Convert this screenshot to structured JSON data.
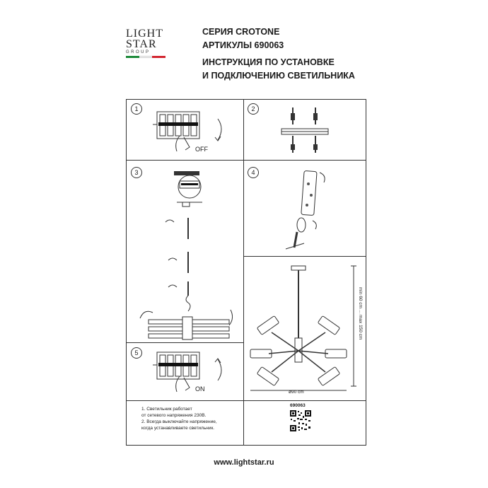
{
  "brand": {
    "line1": "LIGHT",
    "line2": "STAR",
    "line3": "GROUP",
    "flag_colors": [
      "#1d8a3a",
      "#ffffff",
      "#d22630"
    ]
  },
  "header": {
    "series": "СЕРИЯ CROTONE",
    "article": "АРТИКУЛЫ 690063",
    "instr1": "ИНСТРУКЦИЯ ПО УСТАНОВКЕ",
    "instr2": "И ПОДКЛЮЧЕНИЮ СВЕТИЛЬНИКА"
  },
  "steps": {
    "s1": "1",
    "s2": "2",
    "s3": "3",
    "s4": "4",
    "s5": "5"
  },
  "labels": {
    "off": "OFF",
    "on": "ON",
    "height": "min 60 cm ... max 150 cm",
    "diameter": "ø90 cm",
    "model": "690063"
  },
  "notes": {
    "n1a": "1. Светильник работает",
    "n1b": "от сетевого напряжения 230В.",
    "n2a": "2. Всегда выключайте напряжение,",
    "n2b": "когда устанавливаете светильник."
  },
  "footer": {
    "url": "www.lightstar.ru"
  }
}
